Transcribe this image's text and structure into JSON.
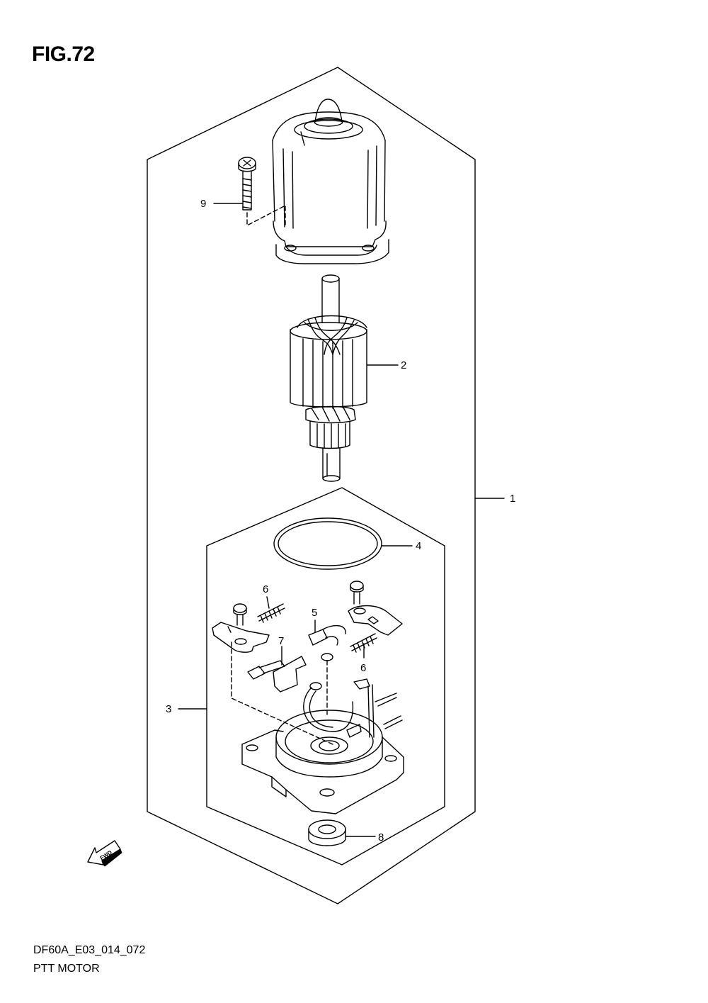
{
  "figure": {
    "title": "FIG.72",
    "code": "DF60A_E03_014_072",
    "name": "PTT MOTOR"
  },
  "callouts": {
    "p1": "1",
    "p2": "2",
    "p3": "3",
    "p4": "4",
    "p5": "5",
    "p6a": "6",
    "p6b": "6",
    "p7": "7",
    "p8": "8",
    "p9": "9"
  },
  "fwd_label": "FWD"
}
